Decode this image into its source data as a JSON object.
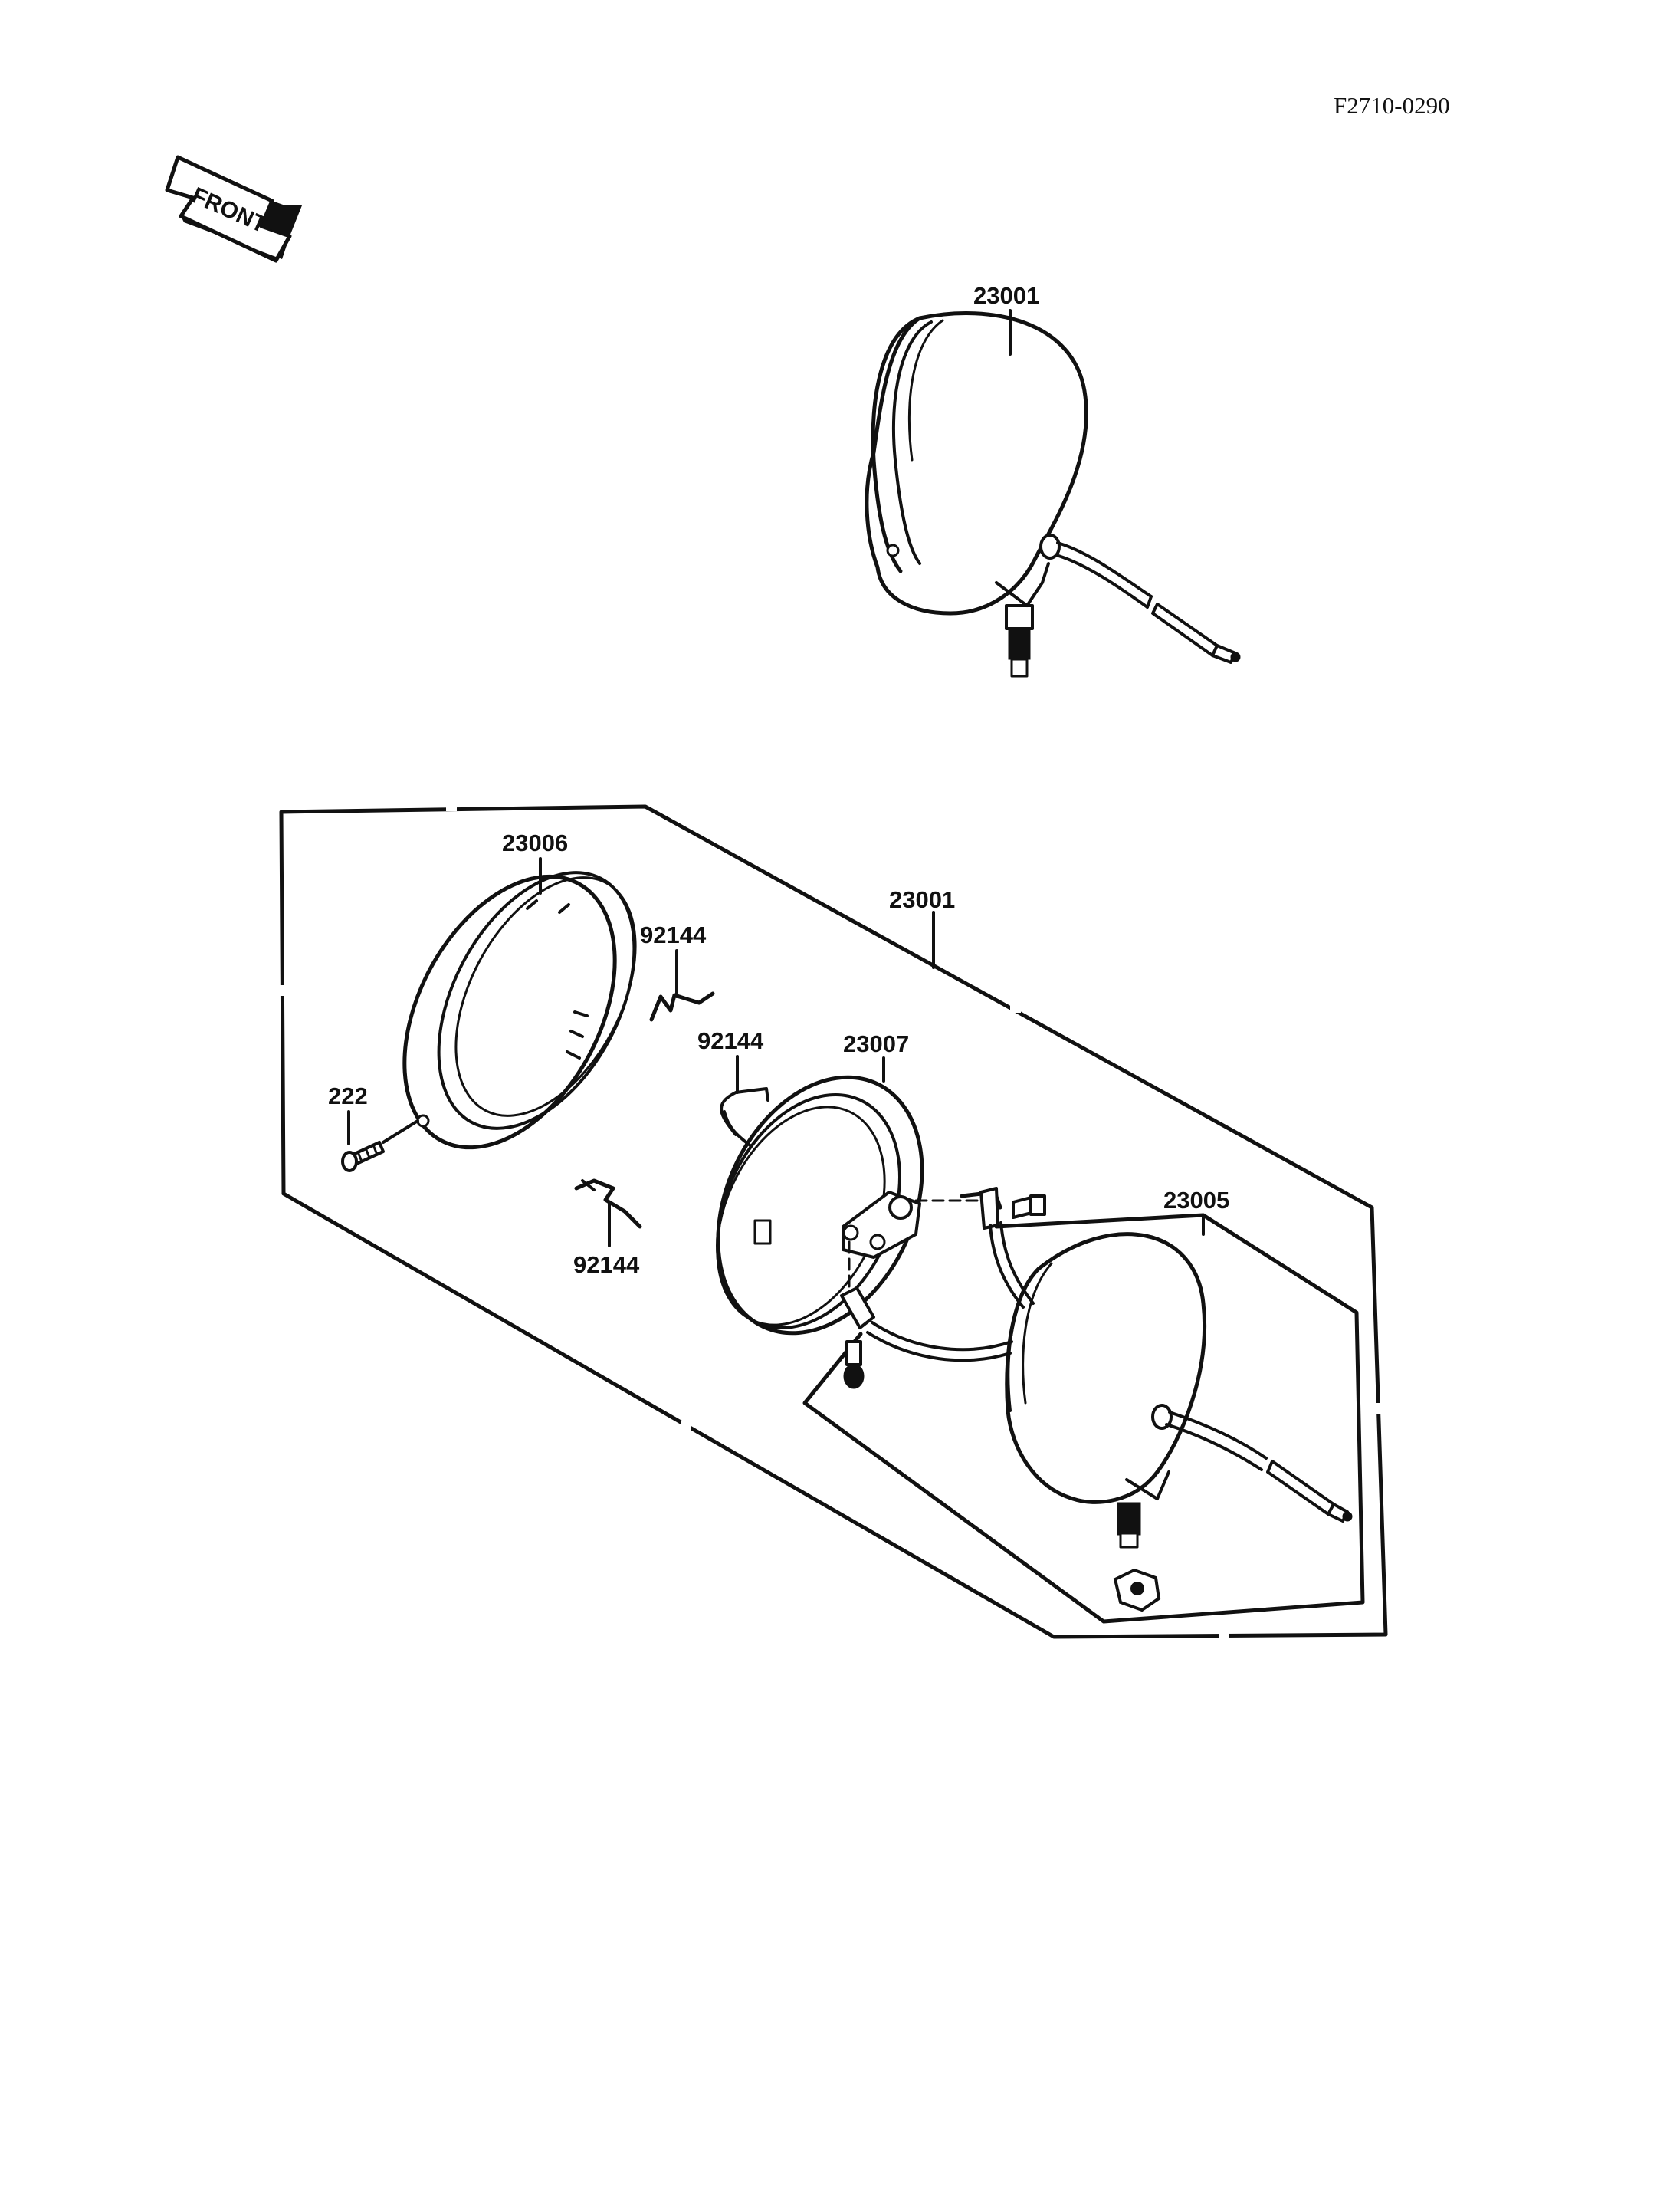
{
  "drawing_code": "F2710-0290",
  "front_label": "FRONT",
  "labels": {
    "top_headlight": "23001",
    "ring": "23006",
    "assembly": "23001",
    "spring_1": "92144",
    "spring_2": "92144",
    "spring_3": "92144",
    "unit": "23007",
    "screw": "222",
    "housing": "23005"
  }
}
